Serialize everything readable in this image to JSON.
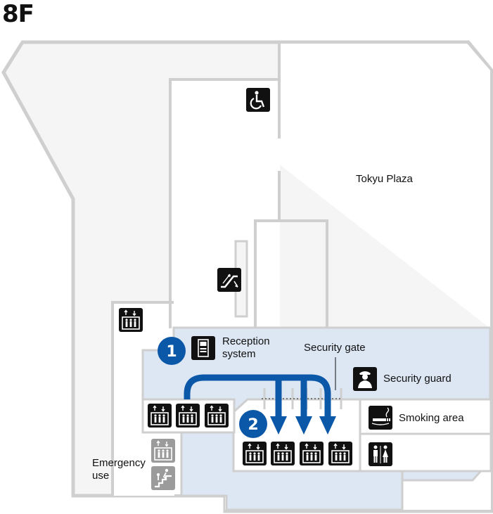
{
  "floor": "8F",
  "labels": {
    "tokyu_plaza": "Tokyu Plaza",
    "reception_line1": "Reception",
    "reception_line2": "system",
    "security_gate": "Security gate",
    "security_guard": "Security guard",
    "smoking_area": "Smoking area",
    "emergency_line1": "Emergency",
    "emergency_line2": "use"
  },
  "markers": [
    {
      "number": "1"
    },
    {
      "number": "2"
    }
  ],
  "colors": {
    "zone_fill": "#dde7f3",
    "route_blue": "#0b57a8",
    "wall": "#cfcfcf",
    "outer_fill": "#f5f5f5",
    "icon_dark": "#111111",
    "icon_gray": "#9b9b9b"
  },
  "icons": [
    "wheelchair-accessible-icon",
    "escalator-icon",
    "elevator-icon",
    "reception-terminal-icon",
    "security-guard-icon",
    "smoking-icon",
    "restroom-icon",
    "emergency-elevator-icon",
    "emergency-stairs-icon"
  ]
}
